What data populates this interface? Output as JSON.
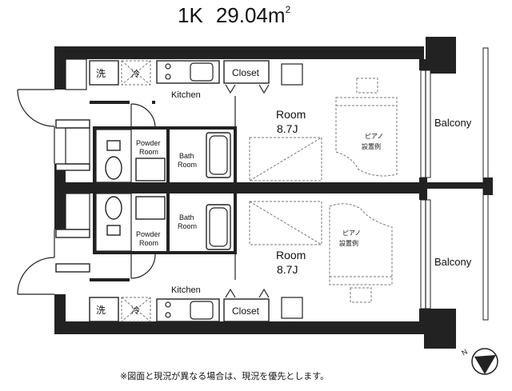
{
  "header": {
    "layout": "1K",
    "area": "29.04",
    "area_unit": "m",
    "area_sup": "2"
  },
  "rooms": {
    "unit_top": {
      "kitchen": "Kitchen",
      "closet": "Closet",
      "room_label": "Room",
      "room_size": "8.7J",
      "powder_line1": "Powder",
      "powder_line2": "Room",
      "bath_line1": "Bath",
      "bath_line2": "Room",
      "balcony": "Balcony",
      "piano_line1": "ピアノ",
      "piano_line2": "設置例",
      "washer_mark": "洗",
      "fridge_mark": "冷"
    },
    "unit_bottom": {
      "kitchen": "Kitchen",
      "closet": "Closet",
      "room_label": "Room",
      "room_size": "8.7J",
      "powder_line1": "Powder",
      "powder_line2": "Room",
      "bath_line1": "Bath",
      "bath_line2": "Room",
      "balcony": "Balcony",
      "piano_line1": "ピアノ",
      "piano_line2": "設置例",
      "washer_mark": "洗",
      "fridge_mark": "冷"
    }
  },
  "compass": {
    "label": "N",
    "icon": "north-arrow-icon"
  },
  "footer": {
    "note": "※図面と現況が異なる場合は、現況を優先とします。"
  }
}
